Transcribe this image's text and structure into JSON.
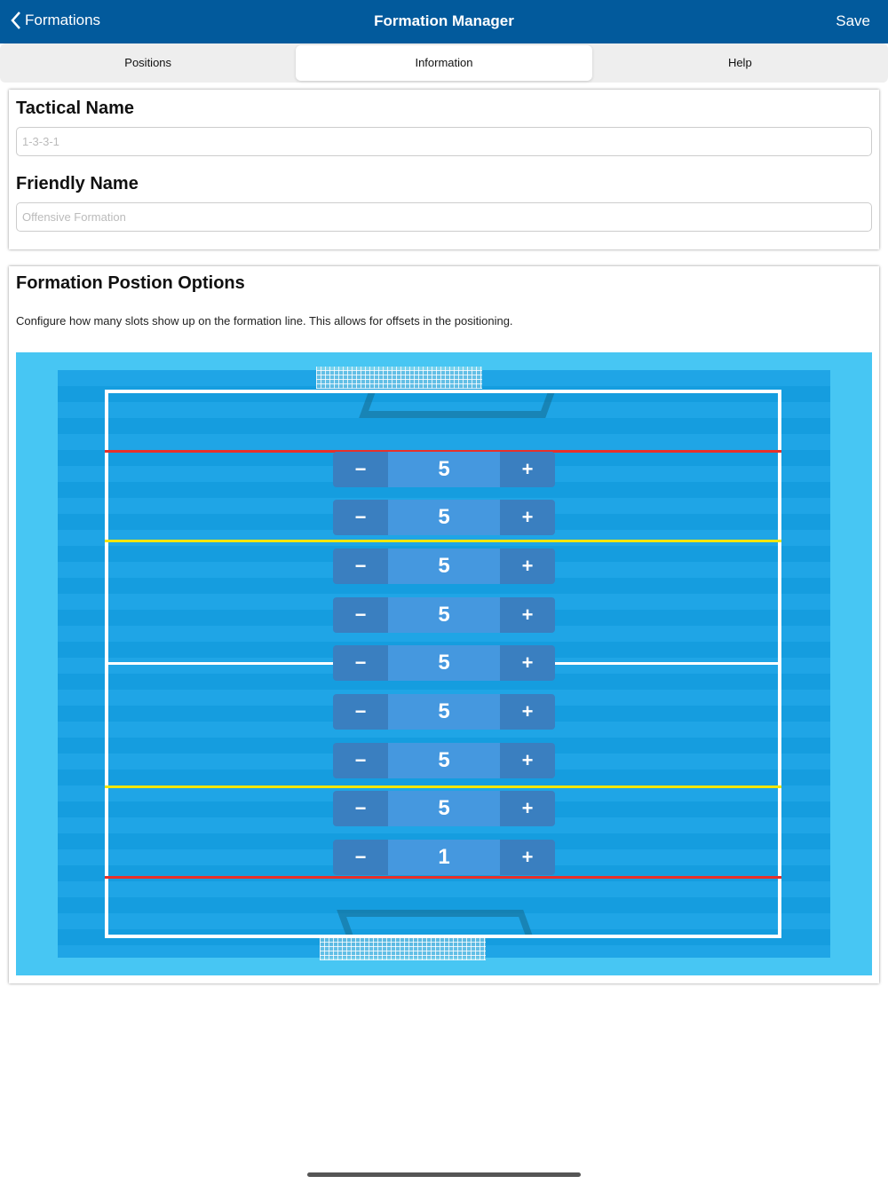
{
  "nav": {
    "back_label": "Formations",
    "title": "Formation Manager",
    "save_label": "Save"
  },
  "tabs": [
    {
      "label": "Positions"
    },
    {
      "label": "Information",
      "active": true
    },
    {
      "label": "Help"
    }
  ],
  "info": {
    "tactical_label": "Tactical Name",
    "tactical_placeholder": "1-3-3-1",
    "friendly_label": "Friendly Name",
    "friendly_placeholder": "Offensive Formation"
  },
  "options": {
    "title": "Formation Postion Options",
    "description": "Configure how many slots show up on the formation line.  This allows for offsets in the positioning.",
    "minus": "−",
    "plus": "+",
    "rows": [
      {
        "value": "5"
      },
      {
        "value": "5"
      },
      {
        "value": "5"
      },
      {
        "value": "5"
      },
      {
        "value": "5"
      },
      {
        "value": "5"
      },
      {
        "value": "5"
      },
      {
        "value": "5"
      },
      {
        "value": "1"
      }
    ]
  },
  "colors": {
    "nav": "#025a9c",
    "red_line": "#e8302a",
    "yellow_line": "#f2e600",
    "pool": "#47c6f3"
  }
}
